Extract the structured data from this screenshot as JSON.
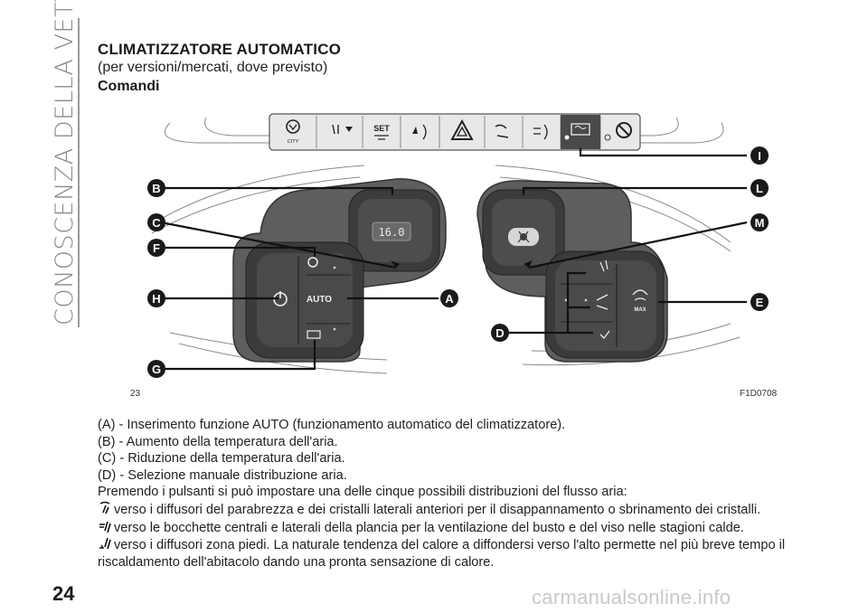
{
  "section_side_title": "CONOSCENZA DELLA VETTURA",
  "heading": {
    "title": "CLIMATIZZATORE AUTOMATICO",
    "subtitle": "(per versioni/mercati, dove previsto)",
    "section": "Comandi"
  },
  "figure": {
    "number": "23",
    "code": "F1D0708",
    "callouts": [
      "A",
      "B",
      "C",
      "D",
      "E",
      "F",
      "G",
      "H",
      "I",
      "L",
      "M"
    ],
    "display_value": "16.0",
    "auto_label": "AUTO",
    "max_label": "MAX",
    "city_label": "CITY",
    "set_label": "SET"
  },
  "description": {
    "items": [
      "(A) - Inserimento funzione AUTO (funzionamento automatico del climatizzatore).",
      "(B) - Aumento della temperatura dell'aria.",
      "(C) - Riduzione della temperatura dell'aria.",
      "(D) - Selezione manuale distribuzione aria."
    ],
    "intro": "Premendo i pulsanti si può impostare una delle cinque possibili distribuzioni del flusso aria:",
    "distribution": [
      {
        "icon": "windshield-vent-icon",
        "text": "verso i diffusori del parabrezza e dei cristalli laterali anteriori per il disappannamento o sbrinamento dei cristalli."
      },
      {
        "icon": "face-vent-icon",
        "text": "verso le bocchette centrali e laterali della plancia per la ventilazione del busto e del viso nelle stagioni calde."
      },
      {
        "icon": "foot-vent-icon",
        "text": "verso i diffusori zona piedi. La naturale tendenza del calore a diffondersi verso l'alto permette nel più breve tempo il riscaldamento dell'abitacolo dando una pronta sensazione di calore."
      }
    ]
  },
  "page_number": "24",
  "watermark": "carmanualsonline.info"
}
